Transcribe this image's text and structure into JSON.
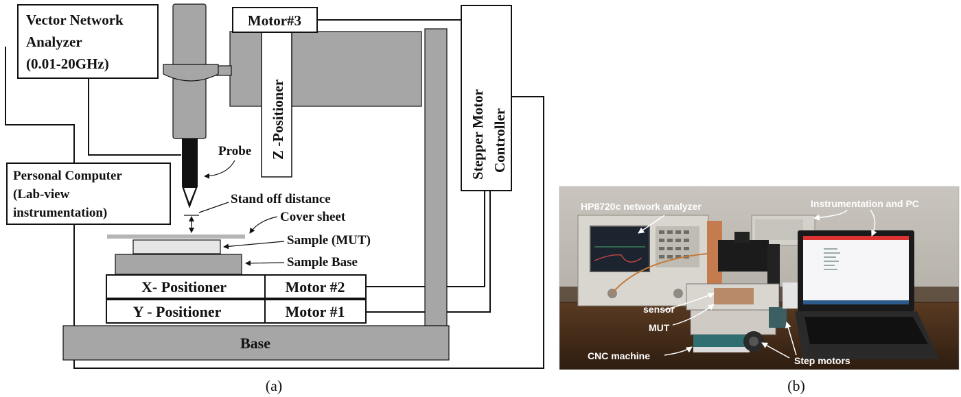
{
  "diagram_a": {
    "vna_line1": "Vector Network",
    "vna_line2": "Analyzer",
    "vna_line3": "(0.01-20GHz)",
    "motor3": "Motor#3",
    "z_positioner": "Z -Positioner",
    "stepper_line1": "Stepper Motor",
    "stepper_line2": "Controller",
    "probe": "Probe",
    "pc_line1": "Personal Computer",
    "pc_line2": "(Lab-view",
    "pc_line3": "instrumentation)",
    "standoff": "Stand off distance",
    "cover_sheet": "Cover sheet",
    "sample": "Sample (MUT)",
    "sample_base": "Sample Base",
    "x_positioner": "X- Positioner",
    "motor2": "Motor #2",
    "y_positioner": "Y - Positioner",
    "motor1": "Motor #1",
    "base": "Base",
    "caption": "(a)"
  },
  "photo_b": {
    "hp_label": "HP8720c network analyzer",
    "instr_label": "Instrumentation and PC",
    "sensor": "sensor",
    "mut": "MUT",
    "cnc": "CNC machine",
    "step_motors": "Step motors",
    "caption": "(b)"
  },
  "colors": {
    "component_gray": "#a6a6a6",
    "line": "#111111",
    "photo_label": "#ffffff"
  }
}
